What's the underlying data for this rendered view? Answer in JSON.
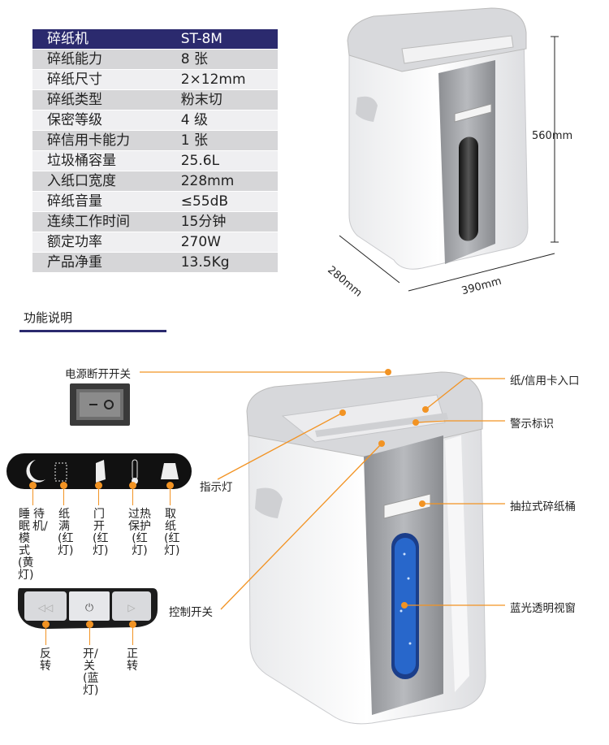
{
  "specs": {
    "header": {
      "label": "碎纸机",
      "value": "ST-8M"
    },
    "rows": [
      {
        "label": "碎纸能力",
        "value": "8 张"
      },
      {
        "label": "碎纸尺寸",
        "value": "2×12mm"
      },
      {
        "label": "碎纸类型",
        "value": "粉末切"
      },
      {
        "label": "保密等级",
        "value": "4 级"
      },
      {
        "label": "碎信用卡能力",
        "value": "1 张"
      },
      {
        "label": "垃圾桶容量",
        "value": "25.6L"
      },
      {
        "label": "入纸口宽度",
        "value": "228mm"
      },
      {
        "label": "碎纸音量",
        "value": "≤55dB"
      },
      {
        "label": "连续工作时间",
        "value": "15分钟"
      },
      {
        "label": "额定功率",
        "value": "270W"
      },
      {
        "label": "产品净重",
        "value": "13.5Kg"
      }
    ]
  },
  "dimensions": {
    "height": "560mm",
    "depth": "280mm",
    "width": "390mm"
  },
  "section_title": "功能说明",
  "callouts": {
    "power_switch": "电源断开开关",
    "indicator": "指示灯",
    "control_switch": "控制开关",
    "paper_slot": "纸/信用卡入口",
    "warning": "警示标识",
    "bin": "抽拉式碎纸桶",
    "window": "蓝光透明视窗"
  },
  "indicator_labels": [
    "睡眠模式(黄灯)",
    "待机/",
    "纸满(红灯)",
    "门开(红灯)",
    "过热保护(红灯)",
    "取纸(红灯)"
  ],
  "control_labels": [
    "反转",
    "开/关(蓝灯)",
    "正转"
  ],
  "colors": {
    "accent": "#f29323",
    "brand": "#2b2a6e",
    "blue_window": "#2a6fd6"
  }
}
